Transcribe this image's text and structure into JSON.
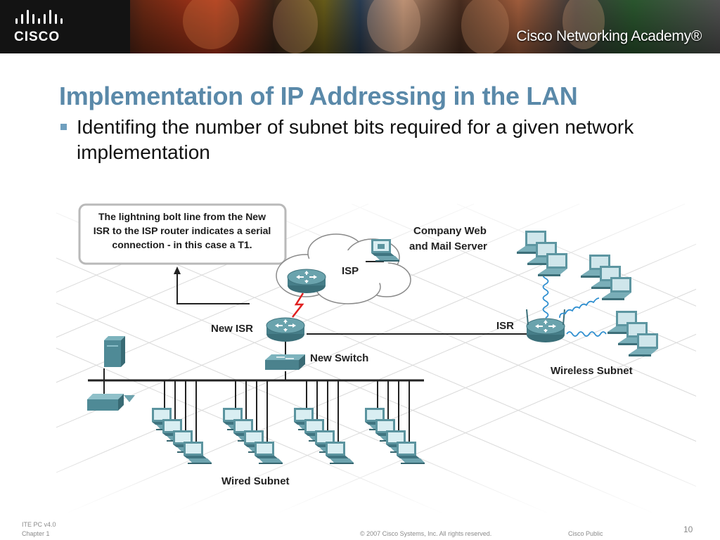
{
  "header": {
    "brand_name": "CISCO",
    "academy": "Cisco Networking Academy®"
  },
  "slide": {
    "title": "Implementation of IP Addressing in the LAN",
    "bullet": "Identifing the number of subnet bits required for a given network implementation"
  },
  "diagram": {
    "callout_lines": [
      "The lightning bolt line from the New",
      "ISR to the ISP router indicates a serial",
      "connection - in this case a T1."
    ],
    "labels": {
      "server_line1": "Company Web",
      "server_line2": "and Mail Server",
      "isp": "ISP",
      "new_isr": "New ISR",
      "isr": "ISR",
      "new_switch": "New Switch",
      "wireless_subnet": "Wireless Subnet",
      "wired_subnet": "Wired Subnet"
    },
    "colors": {
      "device_teal": "#4f8a96",
      "serial_link": "#e02020",
      "wireless_signal": "#2f8fd0"
    }
  },
  "footer": {
    "course": "ITE PC v4.0",
    "chapter": "Chapter 1",
    "copyright": "© 2007 Cisco Systems, Inc. All rights reserved.",
    "classification": "Cisco Public",
    "page_number": "10"
  }
}
